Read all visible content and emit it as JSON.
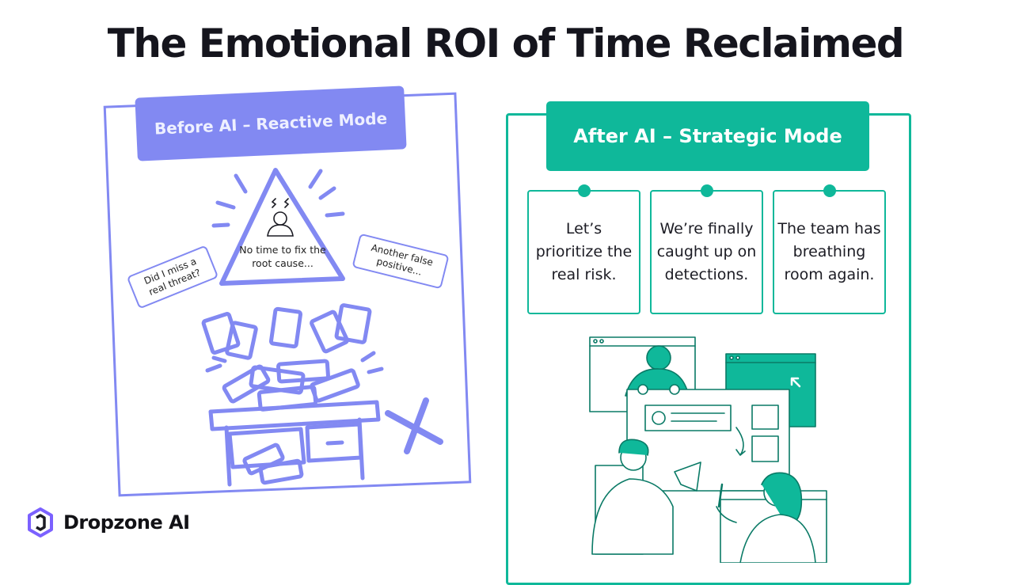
{
  "title": "The Emotional ROI of Time Reclaimed",
  "before": {
    "tag": "Before AI – Reactive Mode",
    "warning_text": "No time to fix the root cause...",
    "bubble_left": "Did I miss a real threat?",
    "bubble_right": "Another false positive..."
  },
  "after": {
    "tag": "After AI – Strategic Mode",
    "cards": [
      "Let’s prioritize the real risk.",
      "We’re finally caught up on detections.",
      "The team has breathing room again."
    ]
  },
  "brand": {
    "name": "Dropzone AI"
  },
  "colors": {
    "reactive": "#8289f2",
    "strategic": "#0fb89a",
    "title": "#15151d"
  }
}
